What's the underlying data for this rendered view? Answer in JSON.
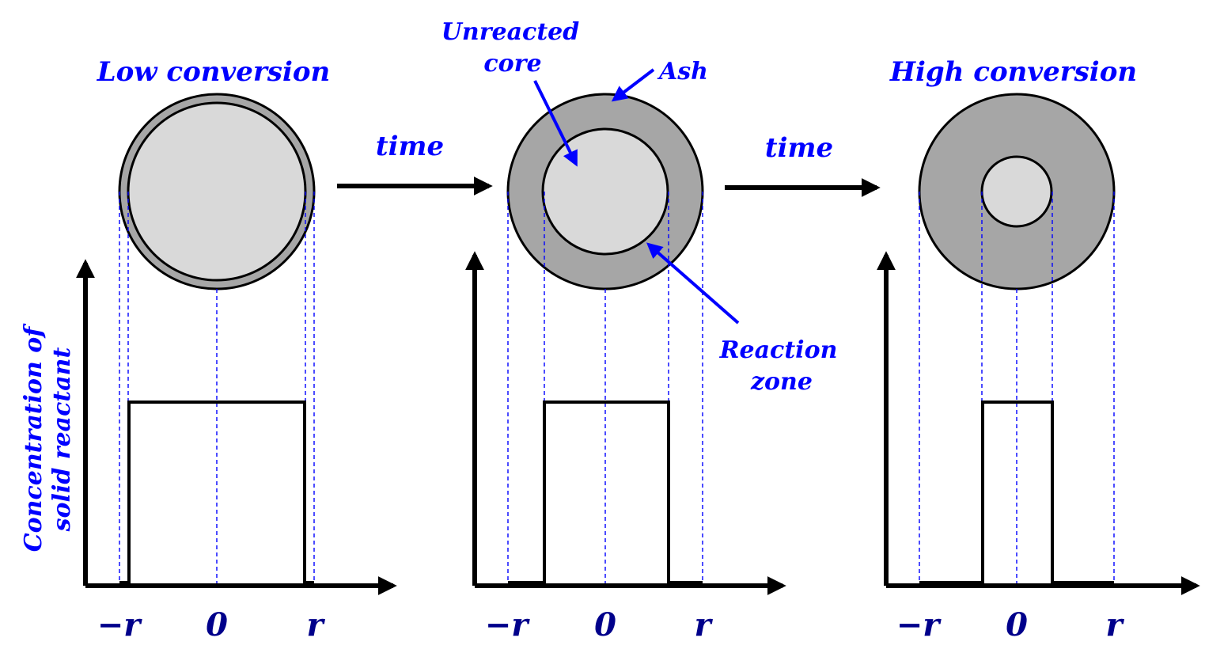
{
  "colors": {
    "label": "#0000ff",
    "tick": "#00008b",
    "ash": "#a6a6a6",
    "core": "#d9d9d9",
    "line": "#000000"
  },
  "panels": [
    {
      "title": "Low conversion",
      "core_fraction": 0.91
    },
    {
      "title": "",
      "core_fraction": 0.64
    },
    {
      "title": "High conversion",
      "core_fraction": 0.36
    }
  ],
  "arrows": [
    {
      "label": "time"
    },
    {
      "label": "time"
    }
  ],
  "annotations": {
    "unreacted_core": [
      "Unreacted",
      "core"
    ],
    "ash": "Ash",
    "reaction_zone": [
      "Reaction",
      "zone"
    ]
  },
  "y_axis_label": [
    "Concentration of",
    "solid reactant"
  ],
  "x_ticks": [
    "−r",
    "0",
    "r"
  ]
}
